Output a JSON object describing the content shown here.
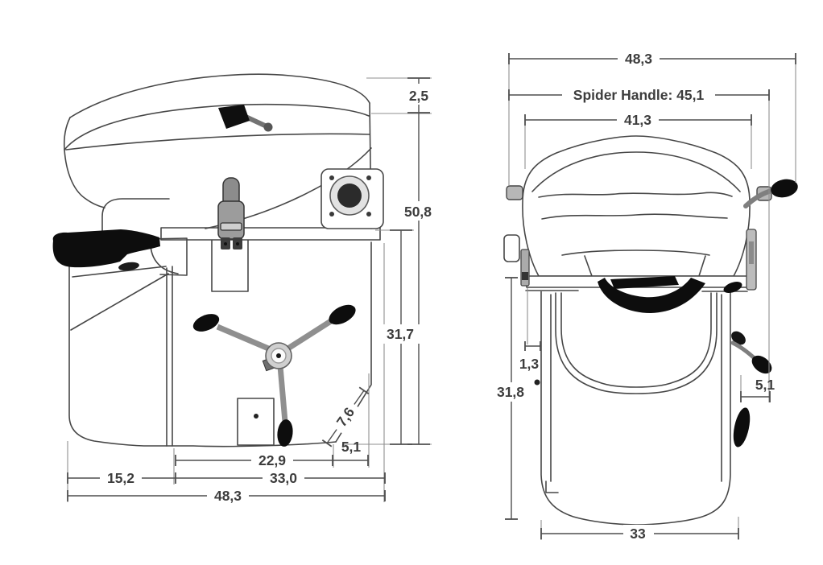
{
  "figure": {
    "background": "#ffffff",
    "line_color": "#474747",
    "text_color": "#3d3d3d",
    "side": {
      "label": "side-view",
      "dims": {
        "lid_height": "2,5",
        "overall_height": "50,8",
        "base_height": "31,7",
        "chamfer": "7,6",
        "seat_base_depth": "22,9",
        "chamfer_depth": "5,1",
        "bottle_depth": "15,2",
        "base_depth": "33,0",
        "overall_depth": "48,3"
      }
    },
    "front": {
      "label": "front-view",
      "dims": {
        "overall_width": "48,3",
        "spider_handle_width": "Spider Handle: 45,1",
        "seat_width": "41,3",
        "side_gap": "1,3",
        "base_height": "31,8",
        "handle_offset": "5,1",
        "base_width": "33"
      }
    }
  }
}
